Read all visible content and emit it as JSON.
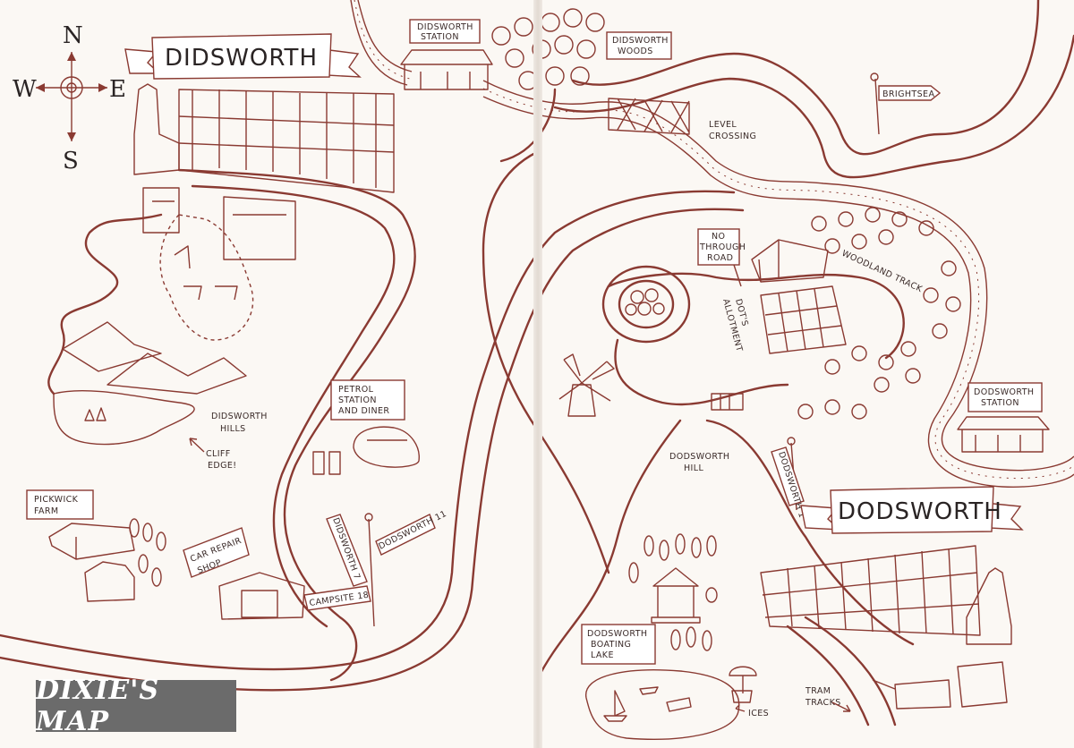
{
  "title": "DIXIE'S MAP",
  "compass": {
    "n": "N",
    "s": "S",
    "e": "E",
    "w": "W"
  },
  "towns": {
    "didsworth": "DIDSWORTH",
    "dodsworth": "DODSWORTH"
  },
  "labels": {
    "didsworth_station": [
      "DIDSWORTH",
      "STATION"
    ],
    "didsworth_woods": [
      "DIDSWORTH",
      "WOODS"
    ],
    "brightsea": "BRIGHTSEA",
    "level_crossing": [
      "LEVEL",
      "CROSSING"
    ],
    "no_through_road": [
      "NO",
      "THROUGH",
      "ROAD"
    ],
    "woodland_track": "WOODLAND TRACK",
    "dots_allotment": [
      "DOT'S",
      "ALLOTMENT"
    ],
    "dodsworth_station": [
      "DODSWORTH",
      "STATION"
    ],
    "petrol_station": [
      "PETROL",
      "STATION",
      "AND DINER"
    ],
    "didsworth_hills": [
      "DIDSWORTH",
      "HILLS"
    ],
    "cliff_edge": [
      "CLIFF",
      "EDGE!"
    ],
    "pickwick_farm": [
      "PICKWICK",
      "FARM"
    ],
    "car_repair_shop": [
      "CAR REPAIR",
      "SHOP"
    ],
    "campsite": "CAMPSITE 18",
    "sign_didsworth": "DIDSWORTH 7",
    "sign_dodsworth": "DODSWORTH 11",
    "dodsworth_hill": [
      "DODSWORTH",
      "HILL"
    ],
    "sign_dodsworth_1": "DODSWORTH 1",
    "boating_lake": [
      "DODSWORTH",
      "BOATING",
      "LAKE"
    ],
    "ices": "ICES",
    "tram_tracks": [
      "TRAM",
      "TRACKS"
    ]
  },
  "colors": {
    "ink": "#8a3a32",
    "paper": "#fbf8f4",
    "title_bg": "#6b6b6b"
  }
}
